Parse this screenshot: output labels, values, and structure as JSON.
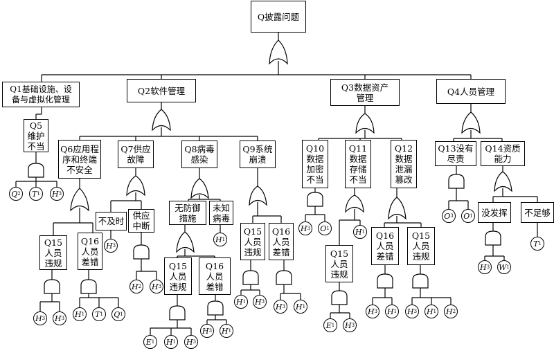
{
  "top": {
    "label": "Q披露问题"
  },
  "q1": {
    "label": "Q1基础设施、设\n备与虚拟化管理"
  },
  "q2": {
    "label": "Q2软件管理"
  },
  "q3": {
    "label": "Q3数据资产\n管理"
  },
  "q4": {
    "label": "Q4人员管理"
  },
  "q5": {
    "label": "Q5\n维护\n不当"
  },
  "q6": {
    "label": "Q6应用程\n序和终端\n不安全"
  },
  "q7": {
    "label": "Q7供应\n故障"
  },
  "q8": {
    "label": "Q8病毒\n感染"
  },
  "q9": {
    "label": "Q9系统\n崩溃"
  },
  "q10": {
    "label": "Q10\n数据\n加密\n不当"
  },
  "q11": {
    "label": "Q11\n数据\n存储\n不当"
  },
  "q12": {
    "label": "Q12\n数据\n泄漏\n篡改"
  },
  "q13": {
    "label": "Q13没有\n尽责"
  },
  "q14": {
    "label": "Q14资质\n能力"
  },
  "q15a": {
    "label": "Q15\n人员\n违规"
  },
  "q16a": {
    "label": "Q16\n人员\n差错"
  },
  "bujishi": {
    "label": "不及时"
  },
  "gongying": {
    "label": "供应\n中断"
  },
  "wufangyu": {
    "label": "无防御\n措施"
  },
  "weizhi": {
    "label": "未知\n病毒"
  },
  "q15b": {
    "label": "Q15\n人员\n违规"
  },
  "q16b": {
    "label": "Q16\n人员\n差错"
  },
  "q15c": {
    "label": "Q15\n人员\n违规"
  },
  "q16c": {
    "label": "Q16\n人员\n差错"
  },
  "q15d": {
    "label": "Q15\n人员\n违规"
  },
  "q16d": {
    "label": "Q16\n人员\n差错"
  },
  "q15e": {
    "label": "Q15\n人员\n违规"
  },
  "meifahui": {
    "label": "没发挥"
  },
  "buzugou": {
    "label": "不足够"
  },
  "events": [
    "Q2",
    "T1",
    "H3",
    "H3",
    "H3",
    "H1",
    "T1",
    "Q1",
    "H3",
    "H2",
    "H3",
    "H1",
    "E1",
    "H1",
    "H3",
    "H3",
    "H1",
    "H1",
    "H3",
    "H3",
    "H1",
    "H3",
    "O1",
    "H1",
    "E1",
    "H3",
    "H3",
    "H1",
    "H3",
    "H1",
    "H2",
    "O3",
    "O1",
    "T1",
    "H3",
    "W1"
  ]
}
